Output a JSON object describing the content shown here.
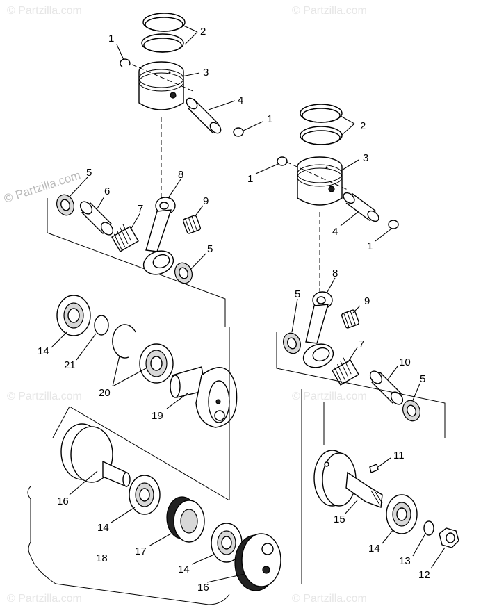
{
  "watermarks": {
    "main": "© Partzilla.com",
    "repeat": "© Partzilla.com"
  },
  "callouts": {
    "c1a": "1",
    "c1b": "1",
    "c1c": "1",
    "c1d": "1",
    "c2a": "2",
    "c2b": "2",
    "c3a": "3",
    "c3b": "3",
    "c4a": "4",
    "c4b": "4",
    "c5a": "5",
    "c5b": "5",
    "c5c": "5",
    "c5d": "5",
    "c6": "6",
    "c7a": "7",
    "c7b": "7",
    "c8a": "8",
    "c8b": "8",
    "c9a": "9",
    "c9b": "9",
    "c10": "10",
    "c11": "11",
    "c12": "12",
    "c13": "13",
    "c14a": "14",
    "c14b": "14",
    "c14c": "14",
    "c14d": "14",
    "c15": "15",
    "c16a": "16",
    "c16b": "16",
    "c17": "17",
    "c18": "18",
    "c19": "19",
    "c20": "20",
    "c21": "21"
  }
}
